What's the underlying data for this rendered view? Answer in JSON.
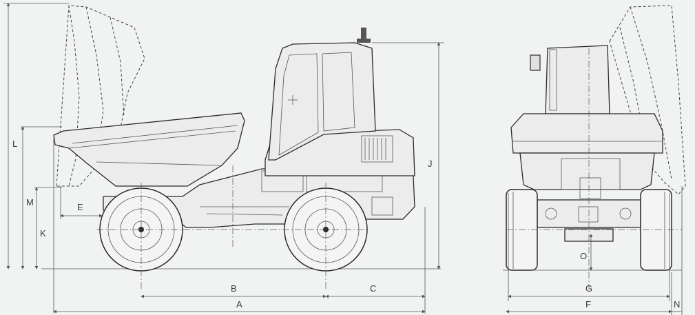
{
  "dimension_labels": {
    "A": "A",
    "B": "B",
    "C": "C",
    "E": "E",
    "F": "F",
    "G": "G",
    "J": "J",
    "K": "K",
    "L": "L",
    "M": "M",
    "N": "N",
    "O": "O"
  },
  "colors": {
    "background": "#f1f2f2",
    "line": "#2a2a2a",
    "dimension": "#555555"
  }
}
